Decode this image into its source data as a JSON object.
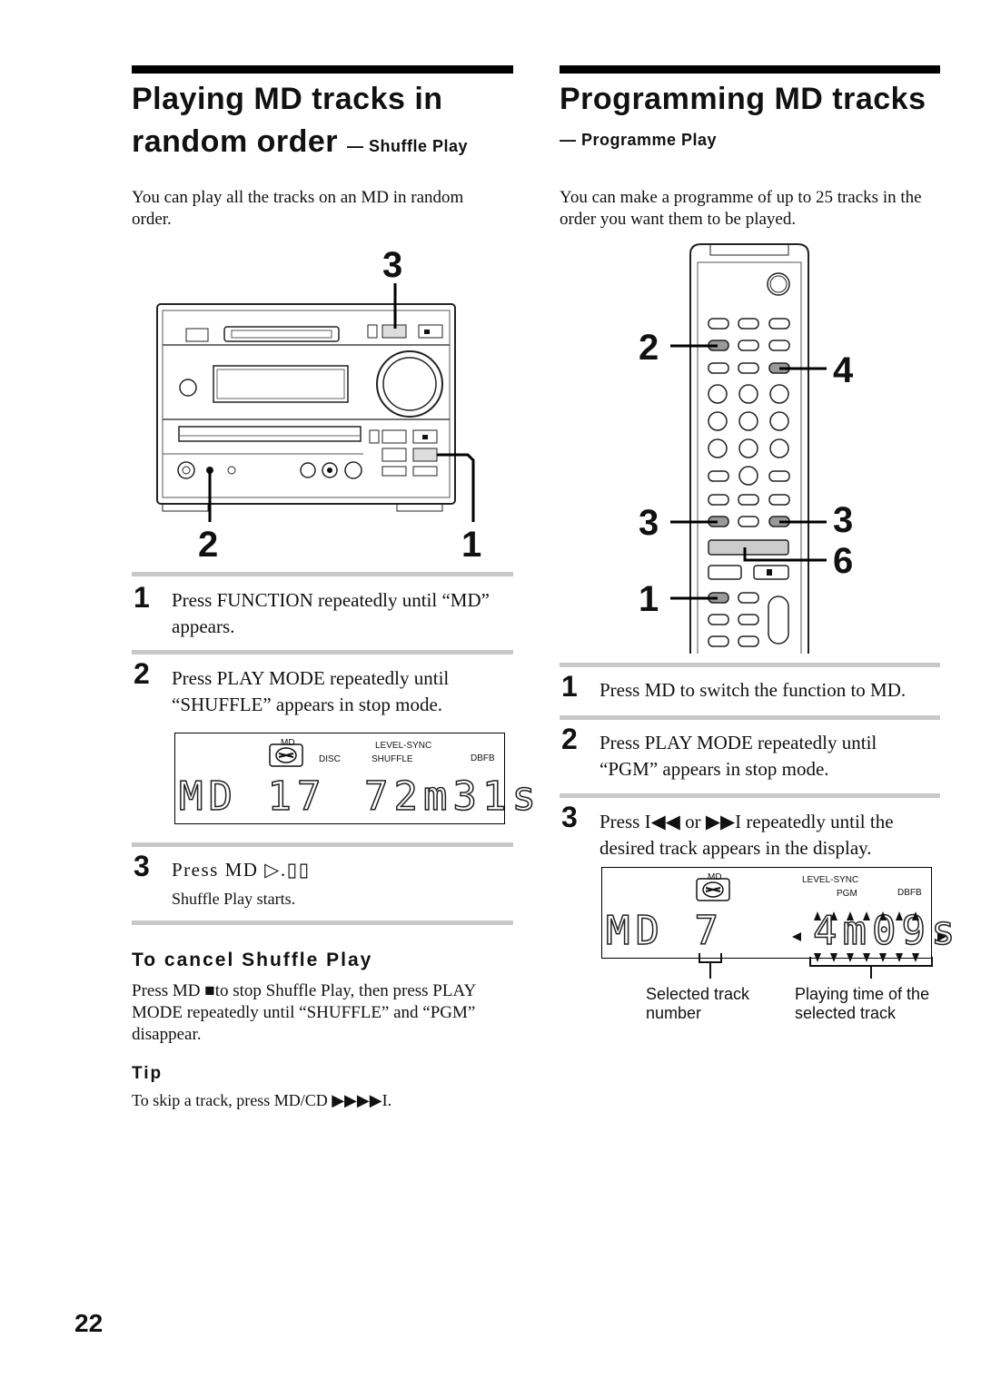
{
  "left": {
    "title_line1": "Playing MD tracks in",
    "title_line2": "random order",
    "subtitle": "— Shuffle Play",
    "intro": "You can play all the tracks on an MD in random order.",
    "figure_callouts": [
      "3",
      "2",
      "1"
    ],
    "steps": [
      {
        "num": "1",
        "text": "Press FUNCTION repeatedly until “MD” appears."
      },
      {
        "num": "2",
        "text": "Press PLAY MODE repeatedly until “SHUFFLE” appears in stop mode."
      },
      {
        "num": "3",
        "text": "Press MD ▷.▯▯",
        "detail": "Shuffle Play starts."
      }
    ],
    "display": {
      "md_label": "MD",
      "level_sync": "LEVEL-SYNC",
      "disc": "DISC",
      "mode": "SHUFFLE",
      "dbfb": "DBFB",
      "left_digits": "MD 17",
      "right_digits": "72m31s"
    },
    "cancel_heading": "To cancel Shuffle Play",
    "cancel_text": "Press MD ■to stop Shuffle Play, then press PLAY MODE repeatedly until “SHUFFLE” and “PGM” disappear.",
    "tip_heading": "Tip",
    "tip_text": "To skip a track, press MD/CD ▶▶▶▶I."
  },
  "right": {
    "title": "Programming MD tracks",
    "subtitle": "— Programme Play",
    "intro": "You can make a programme of up to 25 tracks in the order you want them to be played.",
    "figure_callouts": {
      "a": "2",
      "b": "4",
      "c": "3",
      "d": "3",
      "e": "6",
      "f": "1"
    },
    "steps": [
      {
        "num": "1",
        "text": "Press MD to switch the function to MD."
      },
      {
        "num": "2",
        "text": "Press PLAY MODE repeatedly until “PGM” appears in stop mode."
      },
      {
        "num": "3",
        "text": "Press I◀◀ or ▶▶I repeatedly until the desired track appears in the display."
      }
    ],
    "display": {
      "md_label": "MD",
      "level_sync": "LEVEL-SYNC",
      "mode": "PGM",
      "dbfb": "DBFB",
      "left_digits": "MD  7",
      "right_digits": "4m09s"
    },
    "caption_track": "Selected track number",
    "caption_time": "Playing time of the selected track"
  },
  "page_number": "22"
}
